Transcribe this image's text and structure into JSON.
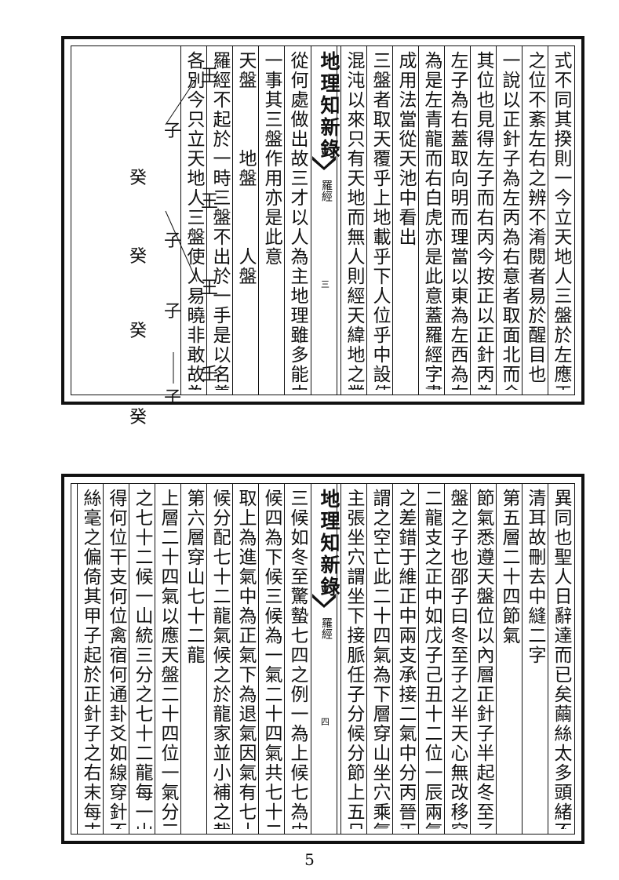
{
  "top_page": {
    "header": {
      "book_title": "地理知新錄",
      "section": "羅經",
      "page_number": "三"
    },
    "right_columns": [
      "式不同其揆則一今立天地人三盤於左應天地",
      "之位不紊左右之辨不淆閱者易於醒目也",
      "一說以正針子為左丙為右意者取面北而命",
      "其位也見得左子而右丙今按正以正針丙為",
      "左子為右蓋取向明而理當以東為左西為右",
      "為是左青龍而右白虎亦是此意蓋羅經字畫雖從外面寫",
      "成用法當從天池中看出",
      "三盤者取天覆乎上地載乎下人位乎中設使",
      "混沌以來只有天地而無人則經天緯地之業"
    ],
    "left_columns": [
      "從何處做出故三才以人為主地理雖多能中",
      "一事其三盤作用亦是此意",
      "天盤　　　地盤　　　人盤",
      "羅經不起於一時三盤不出於一手是以名義",
      "各別今只立天地人三盤使人易曉非敢故為"
    ],
    "diagram": {
      "chars": [
        "王",
        "子",
        "癸",
        "王",
        "子",
        "癸",
        "王",
        "子",
        "癸",
        "壬",
        "子",
        "癸"
      ]
    }
  },
  "bottom_page": {
    "header": {
      "book_title": "地理知新錄",
      "section": "羅經",
      "page_number": "四"
    },
    "right_columns": [
      "異同也聖人日辭達而已矣繭絲太多頭緒不",
      "清耳故刪去中縫二字",
      "第五層二十四節氣",
      "節氣悉遵天盤位以內層正針子半起冬至子半者天",
      "盤之子也邵子曰冬至子之半天心無改移穿山七十",
      "二龍支之正中如戊子己丑十二位一辰兩氣謂",
      "之差錯于維正中兩支承接二氣中分丙晉正字",
      "謂之空亡此二十四氣為下層穿山坐穴乘氣之",
      "主張坐穴謂坐下接脈任子分候分節上五日分上中下"
    ],
    "left_columns": [
      "三候如冬至驚蟄七四之例一為上候七為中",
      "候四為下候三候為一氣二十四氣共七十二候",
      "取上為進氣中為正氣下為退氣因氣有七十二",
      "候分配七十二龍氣候之於龍家並小補之哉",
      "第六層穿山七十二龍",
      "上層二十四氣以應天盤二十四位一氣分三合",
      "之七十二候一山統三分之七十二龍每一山穿",
      "得何位干支何位禽宿何通卦爻如線穿針不容",
      "絲毫之偏倚其甲子起於正針子之右末每支五"
    ]
  },
  "footer": {
    "page_number": "5"
  }
}
